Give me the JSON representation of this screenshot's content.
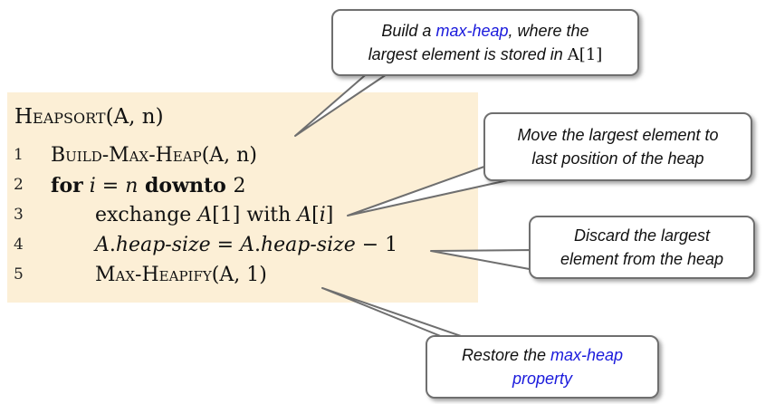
{
  "procedure": {
    "name": "Heapsort",
    "params": "(A, n)",
    "lines": [
      {
        "num": "1",
        "name": "Build-Max-Heap",
        "args": "(A, n)"
      },
      {
        "num": "2",
        "kw1": "for",
        "var": "i",
        "eq": " = ",
        "n": "n",
        "kw2": " downto ",
        "end": "2"
      },
      {
        "num": "3",
        "text1": "exchange ",
        "a1": "A",
        "idx1": "[1]",
        "with": " with ",
        "a2": "A",
        "lb": "[",
        "i": "i",
        "rb": "]"
      },
      {
        "num": "4",
        "A1": "A",
        "dot1": ".",
        "f1": "heap-size",
        "eq": " = ",
        "A2": "A",
        "dot2": ".",
        "f2": "heap-size",
        "rest": " − 1"
      },
      {
        "num": "5",
        "name": "Max-Heapify",
        "args": "(A, 1)"
      }
    ]
  },
  "callouts": {
    "build": {
      "pre": "Build a ",
      "highlight": "max-heap",
      "mid": ", where the",
      "line2": "largest element is stored in ",
      "math": "A[1]"
    },
    "move": {
      "line1": "Move the largest element to",
      "line2": "last position of the heap"
    },
    "discard": {
      "line1": "Discard the largest",
      "line2": "element from the heap"
    },
    "restore": {
      "pre": "Restore the ",
      "highlight1": "max-heap",
      "highlight2": "property"
    }
  },
  "colors": {
    "code_bg": "#fcefd6",
    "highlight": "#1a1adc",
    "callout_border": "#6f6f6f"
  }
}
